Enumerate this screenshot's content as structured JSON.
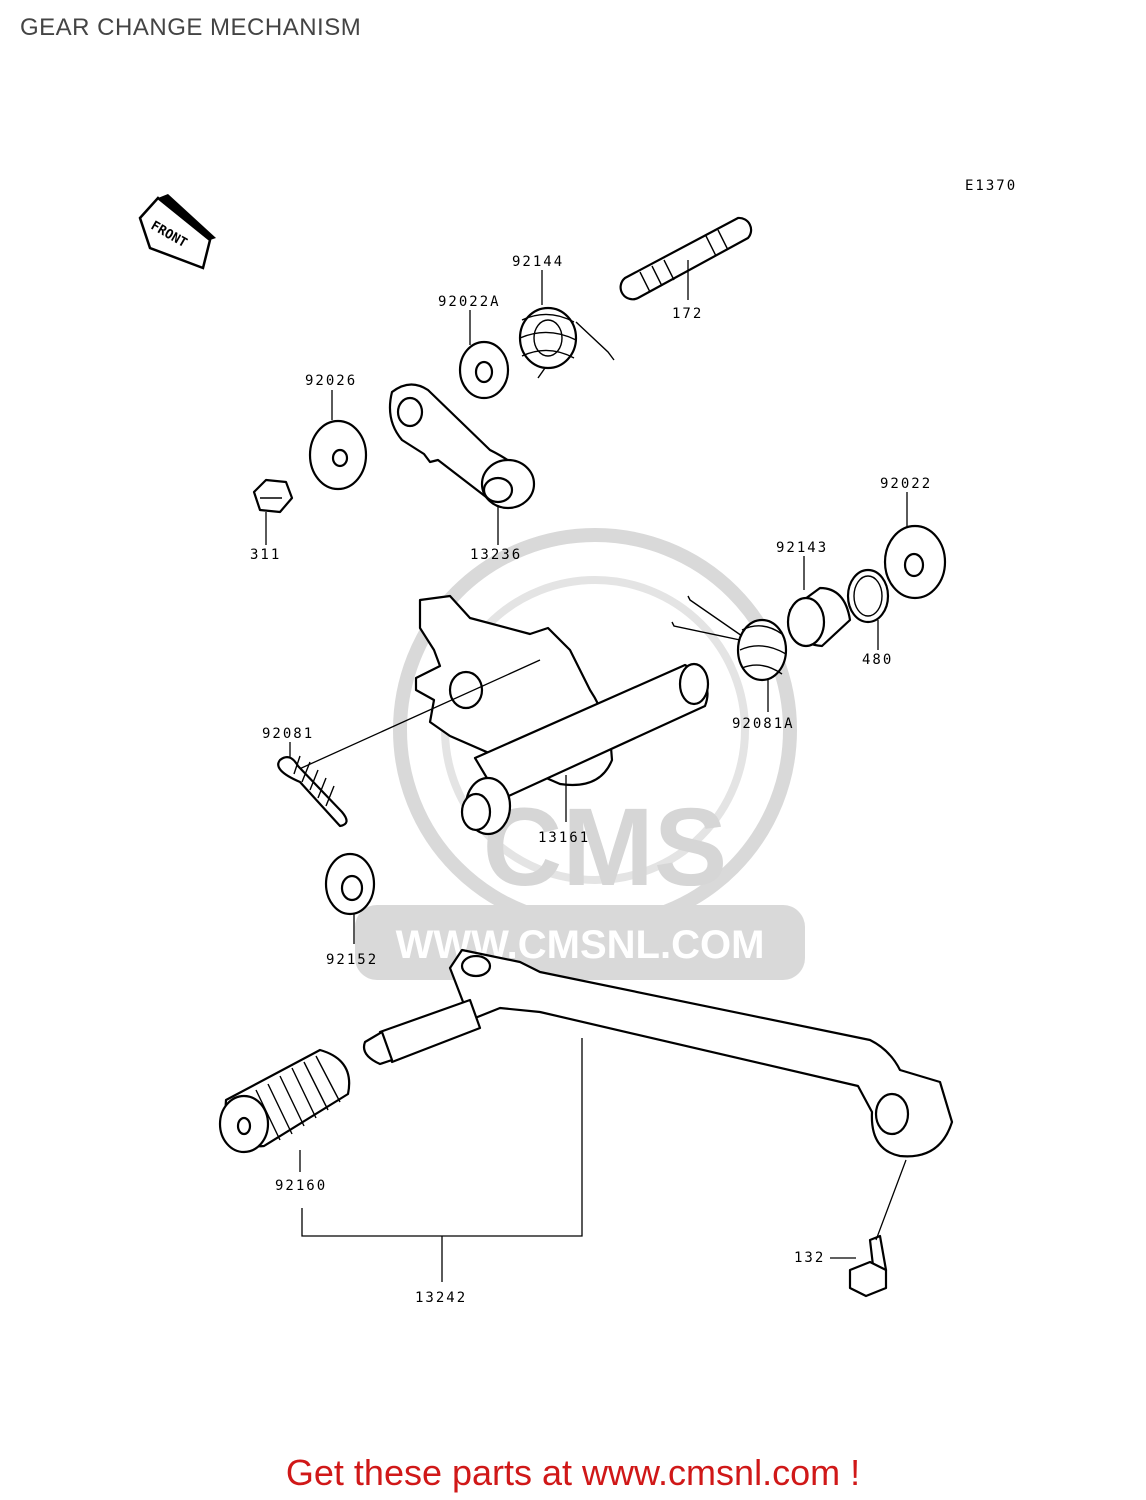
{
  "title": "GEAR CHANGE MECHANISM",
  "diagram": {
    "code": "E1370",
    "front_marker": "FRONT",
    "watermark": {
      "logo_text": "CMS",
      "url_text": "WWW.CMSNL.COM"
    },
    "part_labels": {
      "p92144": "92144",
      "p172": "172",
      "p92022A": "92022A",
      "p92026": "92026",
      "p311": "311",
      "p13236": "13236",
      "p92022": "92022",
      "p92143": "92143",
      "p480": "480",
      "p92081A": "92081A",
      "p92081": "92081",
      "p13161": "13161",
      "p92152": "92152",
      "p92160": "92160",
      "p13242": "13242",
      "p132": "132"
    }
  },
  "footer": {
    "text": "Get these parts at www.cmsnl.com !",
    "color": "#d01818"
  }
}
